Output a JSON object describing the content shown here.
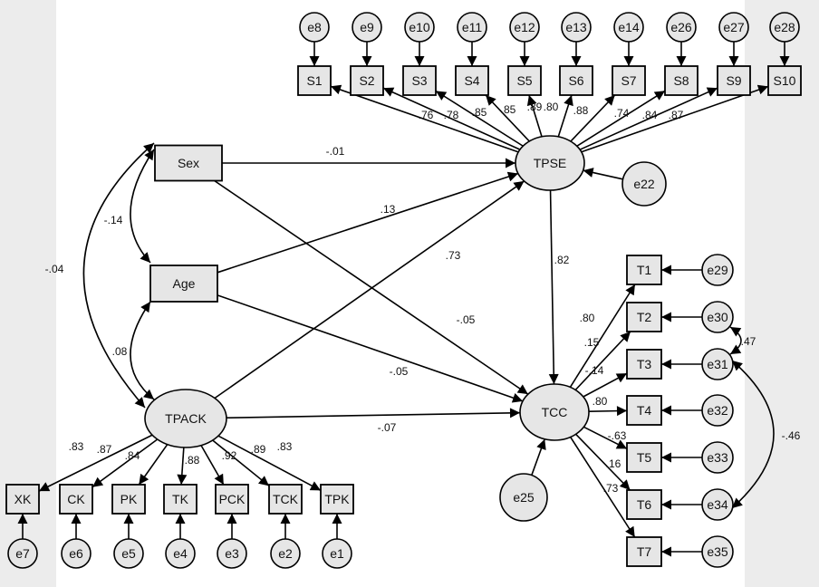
{
  "observed": [
    "S1",
    "S2",
    "S3",
    "S4",
    "S5",
    "S6",
    "S7",
    "S8",
    "S9",
    "S10",
    "Sex",
    "Age",
    "T1",
    "T2",
    "T3",
    "T4",
    "T5",
    "T6",
    "T7",
    "XK",
    "CK",
    "PK",
    "TK",
    "PCK",
    "TCK",
    "TPK"
  ],
  "latent": [
    "TPSE",
    "TCC",
    "TPACK"
  ],
  "errors": [
    "e8",
    "e9",
    "e10",
    "e11",
    "e12",
    "e13",
    "e14",
    "e26",
    "e27",
    "e28",
    "e22",
    "e25",
    "e29",
    "e30",
    "e31",
    "e32",
    "e33",
    "e34",
    "e35",
    "e7",
    "e6",
    "e5",
    "e4",
    "e3",
    "e2",
    "e1"
  ],
  "paths": [
    {
      "from": "TPSE",
      "to": "S1",
      "label": ".76"
    },
    {
      "from": "TPSE",
      "to": "S2",
      "label": ".78"
    },
    {
      "from": "TPSE",
      "to": "S3",
      "label": ".85"
    },
    {
      "from": "TPSE",
      "to": "S4",
      "label": ".85"
    },
    {
      "from": "TPSE",
      "to": "S5",
      "label": ".89"
    },
    {
      "from": "TPSE",
      "to": "S6",
      "label": ".80"
    },
    {
      "from": "TPSE",
      "to": "S7",
      "label": ".88"
    },
    {
      "from": "TPSE",
      "to": "S8",
      "label": ".74"
    },
    {
      "from": "TPSE",
      "to": "S9",
      "label": ".84"
    },
    {
      "from": "TPSE",
      "to": "S10",
      "label": ".87"
    },
    {
      "from": "Sex",
      "to": "TPSE",
      "label": "-.01"
    },
    {
      "from": "Age",
      "to": "TPSE",
      "label": ".13"
    },
    {
      "from": "TPACK",
      "to": "TPSE",
      "label": ".73"
    },
    {
      "from": "Sex",
      "to": "TCC",
      "label": "-.05"
    },
    {
      "from": "Age",
      "to": "TCC",
      "label": "-.05"
    },
    {
      "from": "TPACK",
      "to": "TCC",
      "label": "-.07"
    },
    {
      "from": "TPSE",
      "to": "TCC",
      "label": ".82"
    },
    {
      "from": "TCC",
      "to": "T1",
      "label": ".80"
    },
    {
      "from": "TCC",
      "to": "T2",
      "label": ".15"
    },
    {
      "from": "TCC",
      "to": "T3",
      "label": "-.14"
    },
    {
      "from": "TCC",
      "to": "T4",
      "label": ".80"
    },
    {
      "from": "TCC",
      "to": "T5",
      "label": "-.63"
    },
    {
      "from": "TCC",
      "to": "T6",
      "label": ".16"
    },
    {
      "from": "TCC",
      "to": "T7",
      "label": ".73"
    },
    {
      "from": "TPACK",
      "to": "XK",
      "label": ".83"
    },
    {
      "from": "TPACK",
      "to": "CK",
      "label": ".87"
    },
    {
      "from": "TPACK",
      "to": "PK",
      "label": ".84"
    },
    {
      "from": "TPACK",
      "to": "TK",
      "label": ".88"
    },
    {
      "from": "TPACK",
      "to": "PCK",
      "label": ".92"
    },
    {
      "from": "TPACK",
      "to": "TCK",
      "label": ".89"
    },
    {
      "from": "TPACK",
      "to": "TPK",
      "label": ".83"
    },
    {
      "from": "e8",
      "to": "S1",
      "label": ""
    },
    {
      "from": "e9",
      "to": "S2",
      "label": ""
    },
    {
      "from": "e10",
      "to": "S3",
      "label": ""
    },
    {
      "from": "e11",
      "to": "S4",
      "label": ""
    },
    {
      "from": "e12",
      "to": "S5",
      "label": ""
    },
    {
      "from": "e13",
      "to": "S6",
      "label": ""
    },
    {
      "from": "e14",
      "to": "S7",
      "label": ""
    },
    {
      "from": "e26",
      "to": "S8",
      "label": ""
    },
    {
      "from": "e27",
      "to": "S9",
      "label": ""
    },
    {
      "from": "e28",
      "to": "S10",
      "label": ""
    },
    {
      "from": "e22",
      "to": "TPSE",
      "label": ""
    },
    {
      "from": "e25",
      "to": "TCC",
      "label": ""
    },
    {
      "from": "e29",
      "to": "T1",
      "label": ""
    },
    {
      "from": "e30",
      "to": "T2",
      "label": ""
    },
    {
      "from": "e31",
      "to": "T3",
      "label": ""
    },
    {
      "from": "e32",
      "to": "T4",
      "label": ""
    },
    {
      "from": "e33",
      "to": "T5",
      "label": ""
    },
    {
      "from": "e34",
      "to": "T6",
      "label": ""
    },
    {
      "from": "e35",
      "to": "T7",
      "label": ""
    },
    {
      "from": "e7",
      "to": "XK",
      "label": ""
    },
    {
      "from": "e6",
      "to": "CK",
      "label": ""
    },
    {
      "from": "e5",
      "to": "PK",
      "label": ""
    },
    {
      "from": "e4",
      "to": "TK",
      "label": ""
    },
    {
      "from": "e3",
      "to": "PCK",
      "label": ""
    },
    {
      "from": "e2",
      "to": "TCK",
      "label": ""
    },
    {
      "from": "e1",
      "to": "TPK",
      "label": ""
    }
  ],
  "covariances": [
    {
      "a": "Sex",
      "b": "Age",
      "label": "-.14"
    },
    {
      "a": "Age",
      "b": "TPACK",
      "label": ".08"
    },
    {
      "a": "Sex",
      "b": "TPACK",
      "label": "-.04"
    },
    {
      "a": "e30",
      "b": "e31",
      "label": ".47"
    },
    {
      "a": "e31",
      "b": "e34",
      "label": "-.46"
    }
  ],
  "colors": {
    "node_fill": "#e6e6e6",
    "stroke": "#000000",
    "side_panel": "#ececec"
  }
}
